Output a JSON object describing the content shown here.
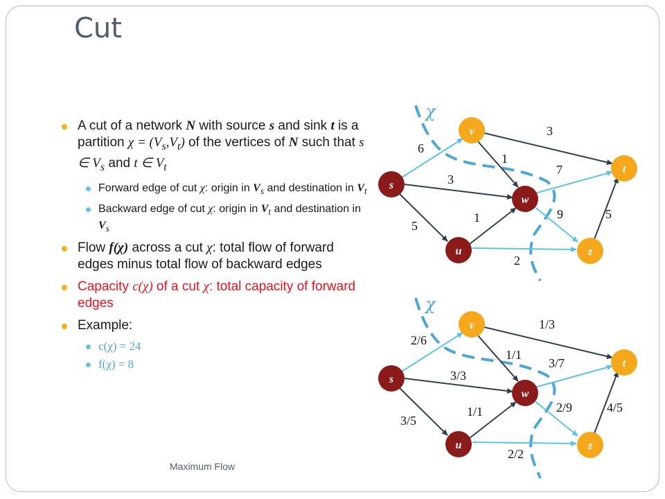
{
  "slide": {
    "title": "Cut",
    "footer": "Maximum Flow"
  },
  "bullets": {
    "b1": {
      "p1": "A cut of a network ",
      "N1": "N",
      "p2": " with source ",
      "s1": "s",
      "p3": " and sink ",
      "t1": "t",
      "p4": " is a partition ",
      "formula": "χ = (V",
      "fs": "s",
      "comma": ",V",
      "ft": "t",
      "close": ")",
      "p5": " of the vertices of ",
      "N2": "N",
      "p6": " such that ",
      "cond1": "s ∈ V",
      "cond1sub": "s",
      "p7": " and ",
      "cond2": "t ∈ V",
      "cond2sub": "t"
    },
    "fwd": {
      "p1": "Forward edge of cut ",
      "chi": "χ",
      "p2": ": origin in ",
      "v1": "V",
      "v1sub": "s",
      "p3": " and destination in ",
      "v2": "V",
      "v2sub": "t"
    },
    "bwd": {
      "p1": "Backward edge of cut ",
      "chi": "χ",
      "p2": ": origin in ",
      "v1": "V",
      "v1sub": "t",
      "p3": " and destination in ",
      "v2": "V",
      "v2sub": "s"
    },
    "flow": {
      "p1": "Flow ",
      "f": "f(χ)",
      "p2": " across a cut ",
      "chi": "χ",
      "p3": ": total flow of forward edges minus total flow of backward edges"
    },
    "cap": {
      "p1": "Capacity ",
      "c": "c(χ)",
      "p2": " of a cut ",
      "chi": "χ",
      "p3": ": total capacity of forward edges"
    },
    "example": "Example:",
    "ex1": "c(χ) = 24",
    "ex2": "f(χ) = 8"
  },
  "graph_top": {
    "chi": "χ",
    "nodes": {
      "s": "s",
      "v": "v",
      "w": "w",
      "u": "u",
      "t": "t",
      "z": "z"
    },
    "edges": {
      "sv": "6",
      "vt": "3",
      "vw": "1",
      "sw": "3",
      "wt": "7",
      "su": "5",
      "uw": "1",
      "wz": "9",
      "zt": "5",
      "uz": "2"
    }
  },
  "graph_bottom": {
    "chi": "χ",
    "nodes": {
      "s": "s",
      "v": "v",
      "w": "w",
      "u": "u",
      "t": "t",
      "z": "z"
    },
    "edges": {
      "sv": "2/6",
      "vt": "1/3",
      "vw": "1/1",
      "sw": "3/3",
      "wt": "3/7",
      "su": "3/5",
      "uw": "1/1",
      "wz": "2/9",
      "zt": "4/5",
      "uz": "2/2"
    }
  },
  "colors": {
    "title": "#505d6e",
    "bullet_orange": "#f2b01e",
    "bullet_blue": "#62c4e4",
    "red_text": "#e8141b",
    "cut_line": "#4da6d6",
    "node_orange": "#f5a81c",
    "node_dark": "#8b1a1a",
    "edge_dark": "#2f3e4e",
    "edge_blue": "#5bc3e0"
  }
}
